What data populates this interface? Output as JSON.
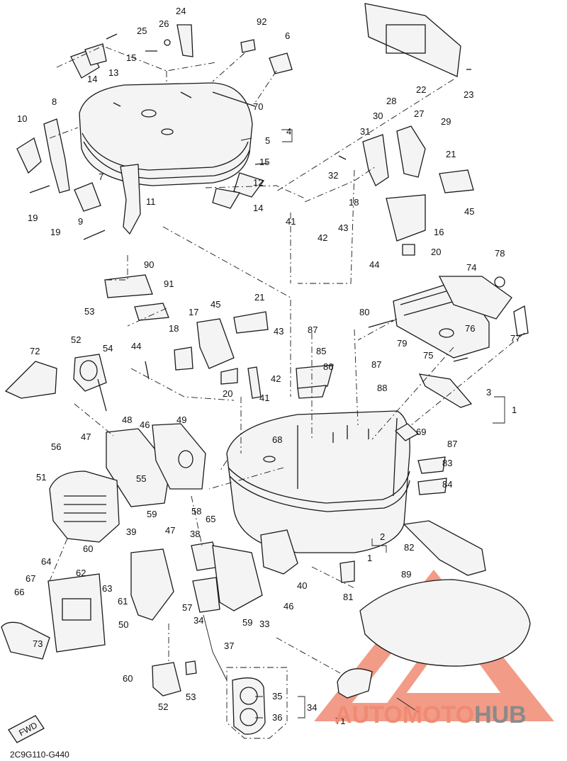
{
  "diagram": {
    "code": "2C9G110-G440",
    "direction_label": "FWD",
    "watermark": {
      "prefix": "AUTOMOTO",
      "suffix": "HUB"
    },
    "callouts": [
      "24",
      "26",
      "25",
      "15",
      "14",
      "13",
      "92",
      "6",
      "70",
      "4",
      "5",
      "8",
      "10",
      "7",
      "15",
      "12",
      "14",
      "11",
      "9",
      "19",
      "19",
      "22",
      "23",
      "28",
      "30",
      "27",
      "29",
      "31",
      "32",
      "21",
      "45",
      "18",
      "16",
      "20",
      "41",
      "42",
      "43",
      "44",
      "78",
      "74",
      "80",
      "79",
      "76",
      "77",
      "75",
      "90",
      "91",
      "53",
      "52",
      "54",
      "72",
      "17",
      "45",
      "21",
      "18",
      "44",
      "43",
      "42",
      "20",
      "41",
      "87",
      "85",
      "86",
      "87",
      "88",
      "3",
      "1",
      "48",
      "46",
      "49",
      "47",
      "56",
      "51",
      "55",
      "59",
      "58",
      "65",
      "68",
      "69",
      "87",
      "83",
      "84",
      "60",
      "39",
      "47",
      "38",
      "2",
      "1",
      "82",
      "62",
      "63",
      "61",
      "67",
      "64",
      "66",
      "57",
      "40",
      "46",
      "81",
      "50",
      "34",
      "37",
      "59",
      "33",
      "89",
      "73",
      "60",
      "52",
      "53",
      "35",
      "36",
      "34",
      "71"
    ],
    "group_labels": {
      "lid_group": "4",
      "case_group": "1",
      "lock_group": "34"
    },
    "colors": {
      "line": "#1a1a1a",
      "watermark_orange": "#f08a73",
      "watermark_gray": "#8a8a8a"
    }
  }
}
